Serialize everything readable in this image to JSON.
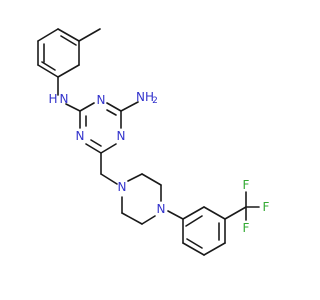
{
  "molecule": {
    "atoms": {
      "nh_aryl": "N",
      "nh_aryl_h": "H",
      "nh2": "NH",
      "nh2_sub": "2",
      "triazine_n_top": "N",
      "triazine_n_left": "N",
      "triazine_n_right": "N",
      "piperazine_n_top": "N",
      "piperazine_n_bottom": "N",
      "f_top": "F",
      "f_right": "F",
      "f_bottom": "F"
    },
    "colors": {
      "bond": "#1a1a1a",
      "nitrogen": "#3333cc",
      "fluorine": "#33aa33"
    }
  }
}
